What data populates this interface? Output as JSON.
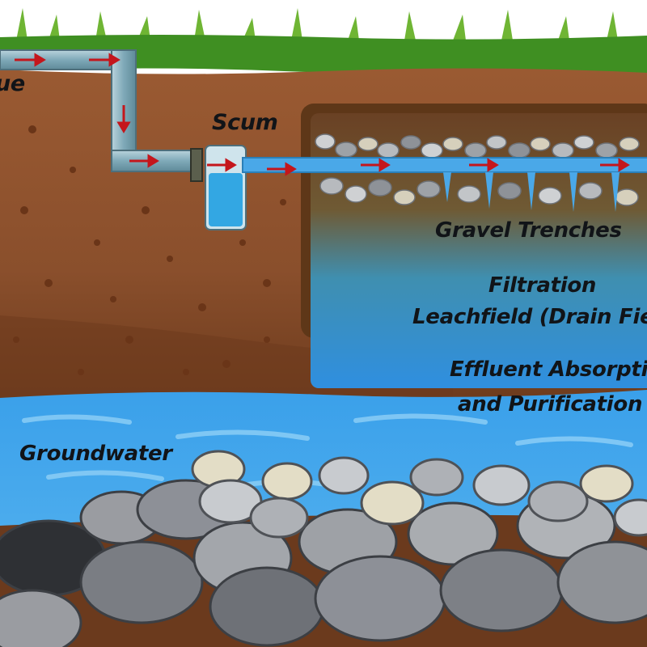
{
  "labels": {
    "tank_fragment": "ue",
    "scum": "Scum",
    "gravel_trenches": "Gravel Trenches",
    "filtration": "Filtration",
    "leachfield": "Leachfield (Drain Fiel",
    "effluent_absorption": "Effluent Absorptio",
    "purification": "and Purification",
    "groundwater": "Groundwater"
  },
  "colors": {
    "grass": "#3f8f22",
    "soil": "#8a4f2c",
    "soil_dark": "#6d3b1d",
    "pipe": "#8fb6c4",
    "water": "#4aa8e8",
    "flow_arrow": "#c4161c",
    "rock": "#8d9097",
    "label_text": "#111418"
  }
}
